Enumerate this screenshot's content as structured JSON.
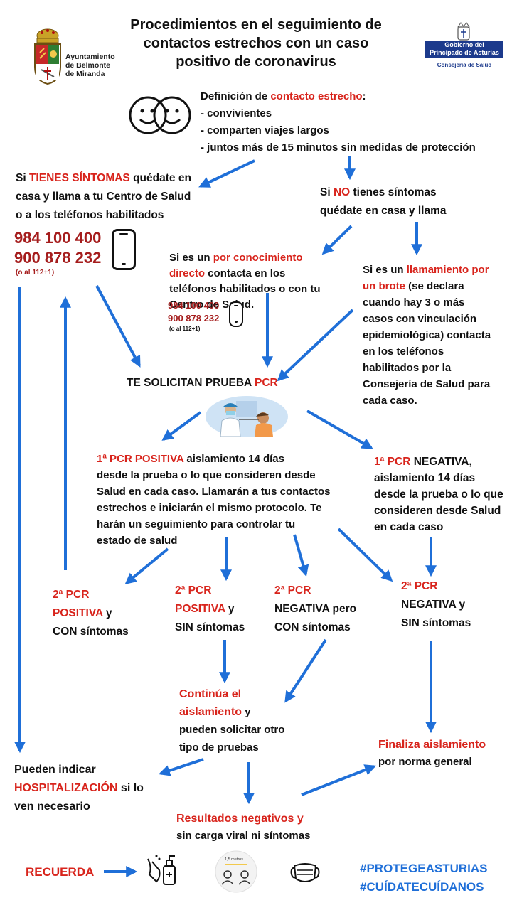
{
  "header": {
    "title_line1": "Procedimientos en el seguimiento de",
    "title_line2": "contactos estrechos con un caso",
    "title_line3": "positivo de coronavirus",
    "logo_left_line1": "Ayuntamiento",
    "logo_left_line2": "de Belmonte",
    "logo_left_line3": "de Miranda",
    "logo_right_line1": "Gobierno del",
    "logo_right_line2": "Principado de Asturias",
    "logo_right_sub": "Consejería de Salud"
  },
  "definition": {
    "prefix": "Definición de ",
    "highlight": "contacto estrecho",
    "suffix": ":",
    "items": [
      "-   convivientes",
      "-   comparten viajes largos",
      "-   juntos más de 15 minutos sin medidas de protección"
    ]
  },
  "symptoms": {
    "line1_pre": "Si ",
    "line1_red": "TIENES SÍNTOMAS",
    "line1_post": " quédate en",
    "line2": "casa  y llama a tu Centro de Salud",
    "line3": "o a los teléfonos habilitados",
    "phone1": "984 100 400",
    "phone2": "900 878 232",
    "phone_note": "(o al 112+1)"
  },
  "no_symptoms": {
    "line1_pre": "Si ",
    "line1_red": "NO",
    "line1_post": " tienes síntomas",
    "line2": "quédate en casa  y llama"
  },
  "direct": {
    "line1_pre": "Si es un ",
    "line1_red": "por conocimiento",
    "line2_red": "directo",
    "line2_post": " contacta en los",
    "line3": "teléfonos habilitados o con tu",
    "line4": "Centro de Salud.",
    "phone1": "984 100 400",
    "phone2": "900 878 232",
    "phone_note": "(o al 112+1)"
  },
  "outbreak": {
    "line1_pre": "Si es un ",
    "line1_red": "llamamiento por",
    "line2_red": "un brote",
    "line2_post": " (se declara",
    "line3": "cuando hay 3 o más",
    "line4": "casos con vinculación",
    "line5": "epidemiológica) contacta",
    "line6": "en los teléfonos",
    "line7": "habilitados por la",
    "line8": "Consejería de Salud para",
    "line9": "cada caso."
  },
  "pcr_request": {
    "text": "TE SOLICITAN  PRUEBA ",
    "red": "PCR"
  },
  "pcr1_positive": {
    "red": "1ª PCR POSITIVA",
    "line1_post": " aislamiento 14 días",
    "line2": "desde la prueba o lo que consideren desde",
    "line3": "Salud en cada caso. Llamarán a tus contactos",
    "line4": "estrechos e iniciarán el mismo protocolo. Te",
    "line5": "harán un seguimiento para controlar tu",
    "line6": "estado de salud"
  },
  "pcr1_negative": {
    "red": "1ª PCR",
    "line1_post": " NEGATIVA,",
    "line2": "aislamiento 14 días",
    "line3": "desde la prueba o lo que",
    "line4": "consideren desde Salud",
    "line5": "en cada caso"
  },
  "pcr2_a": {
    "line1": "2ª PCR",
    "line2": "POSITIVA",
    "line2_post": " y",
    "line3": "CON síntomas"
  },
  "pcr2_b": {
    "line1": "2ª PCR",
    "line2": "POSITIVA",
    "line2_post": " y",
    "line3": "SIN síntomas"
  },
  "pcr2_c": {
    "line1": "2ª PCR",
    "line2": "NEGATIVA  pero",
    "line3": "CON  síntomas"
  },
  "pcr2_d": {
    "line1": "2ª PCR",
    "line2": "NEGATIVA  y",
    "line3": "SIN síntomas"
  },
  "continue": {
    "line1": "Continúa  el",
    "line2_red": "aislamiento",
    "line2_post": "  y",
    "line3": "pueden solicitar otro",
    "line4": "tipo de pruebas"
  },
  "hospital": {
    "line1": "Pueden indicar",
    "line2_red": "HOSPITALIZACIÓN",
    "line2_post": "  si lo",
    "line3": "ven necesario"
  },
  "finish": {
    "red": "Finaliza aislamiento",
    "line2": "por norma general"
  },
  "negative_results": {
    "red": "Resultados negativos  y",
    "line2": "sin carga viral ni síntomas"
  },
  "footer": {
    "remember": "RECUERDA",
    "distance_label": "1,5 metros",
    "hashtag1": "#PROTEGEASTURIAS",
    "hashtag2": "#CUÍDATECUÍDANOS"
  },
  "colors": {
    "accent_red": "#d8241c",
    "arrow_blue": "#1f6fd8",
    "hashtag_blue": "#1f6fd8"
  }
}
